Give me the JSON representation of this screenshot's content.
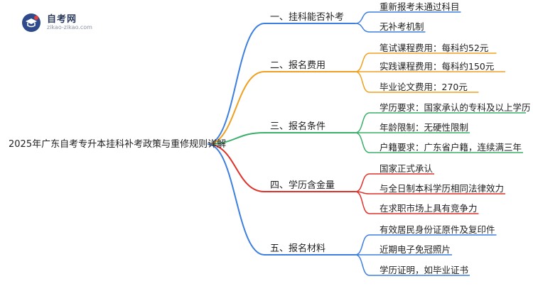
{
  "logo": {
    "title": "自考网",
    "subtitle": "zikao-zikao.com",
    "icon": "graduation-cap-icon",
    "colors": {
      "badge": "#2f4a8a",
      "accent": "#e04040"
    }
  },
  "mindmap": {
    "root": "2025年广东自考专升本挂科补考政策与重修规则详解",
    "branches": [
      {
        "label": "一、挂科能否补考",
        "color": "#3d7fe0",
        "children": [
          "重新报考未通过科目",
          "无补考机制"
        ]
      },
      {
        "label": "二、报名费用",
        "color": "#f0a020",
        "children": [
          "笔试课程费用：每科约52元",
          "实践课程费用：每科约150元",
          "毕业论文费用：270元"
        ]
      },
      {
        "label": "三、报名条件",
        "color": "#3ab06a",
        "children": [
          "学历要求：国家承认的专科及以上学历",
          "年龄限制：无硬性限制",
          "户籍要求：广东省户籍，连续满三年"
        ]
      },
      {
        "label": "四、学历含金量",
        "color": "#e0302a",
        "children": [
          "国家正式承认",
          "与全日制本科学历相同法律效力",
          "在求职市场上具有竞争力"
        ]
      },
      {
        "label": "五、报名材料",
        "color": "#3d7fe0",
        "children": [
          "有效居民身份证原件及复印件",
          "近期电子免冠照片",
          "学历证明，如毕业证书"
        ]
      }
    ]
  }
}
